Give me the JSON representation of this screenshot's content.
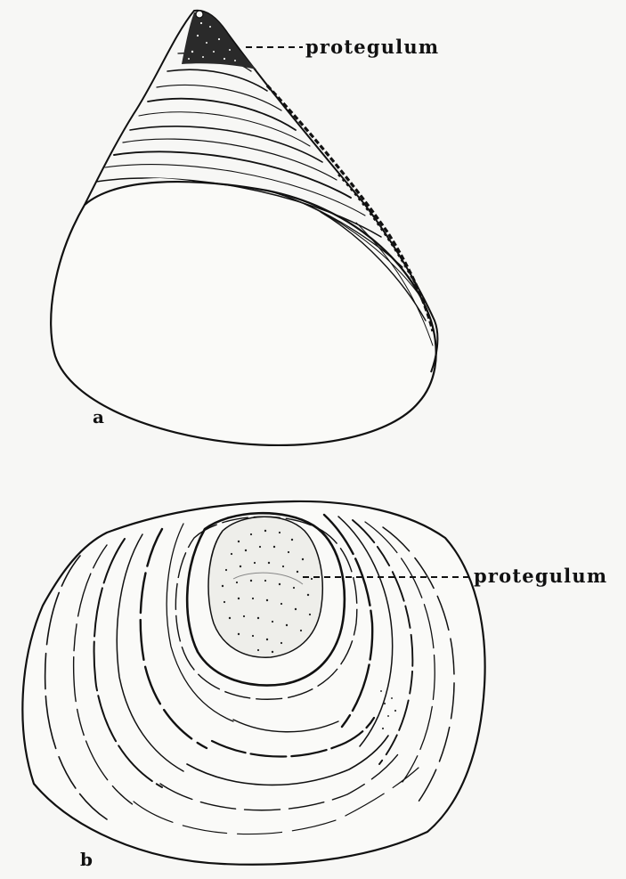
{
  "panel_a": {
    "letter": "a",
    "callout": "protegulum"
  },
  "panel_b": {
    "letter": "b",
    "callout": "protegulum"
  }
}
